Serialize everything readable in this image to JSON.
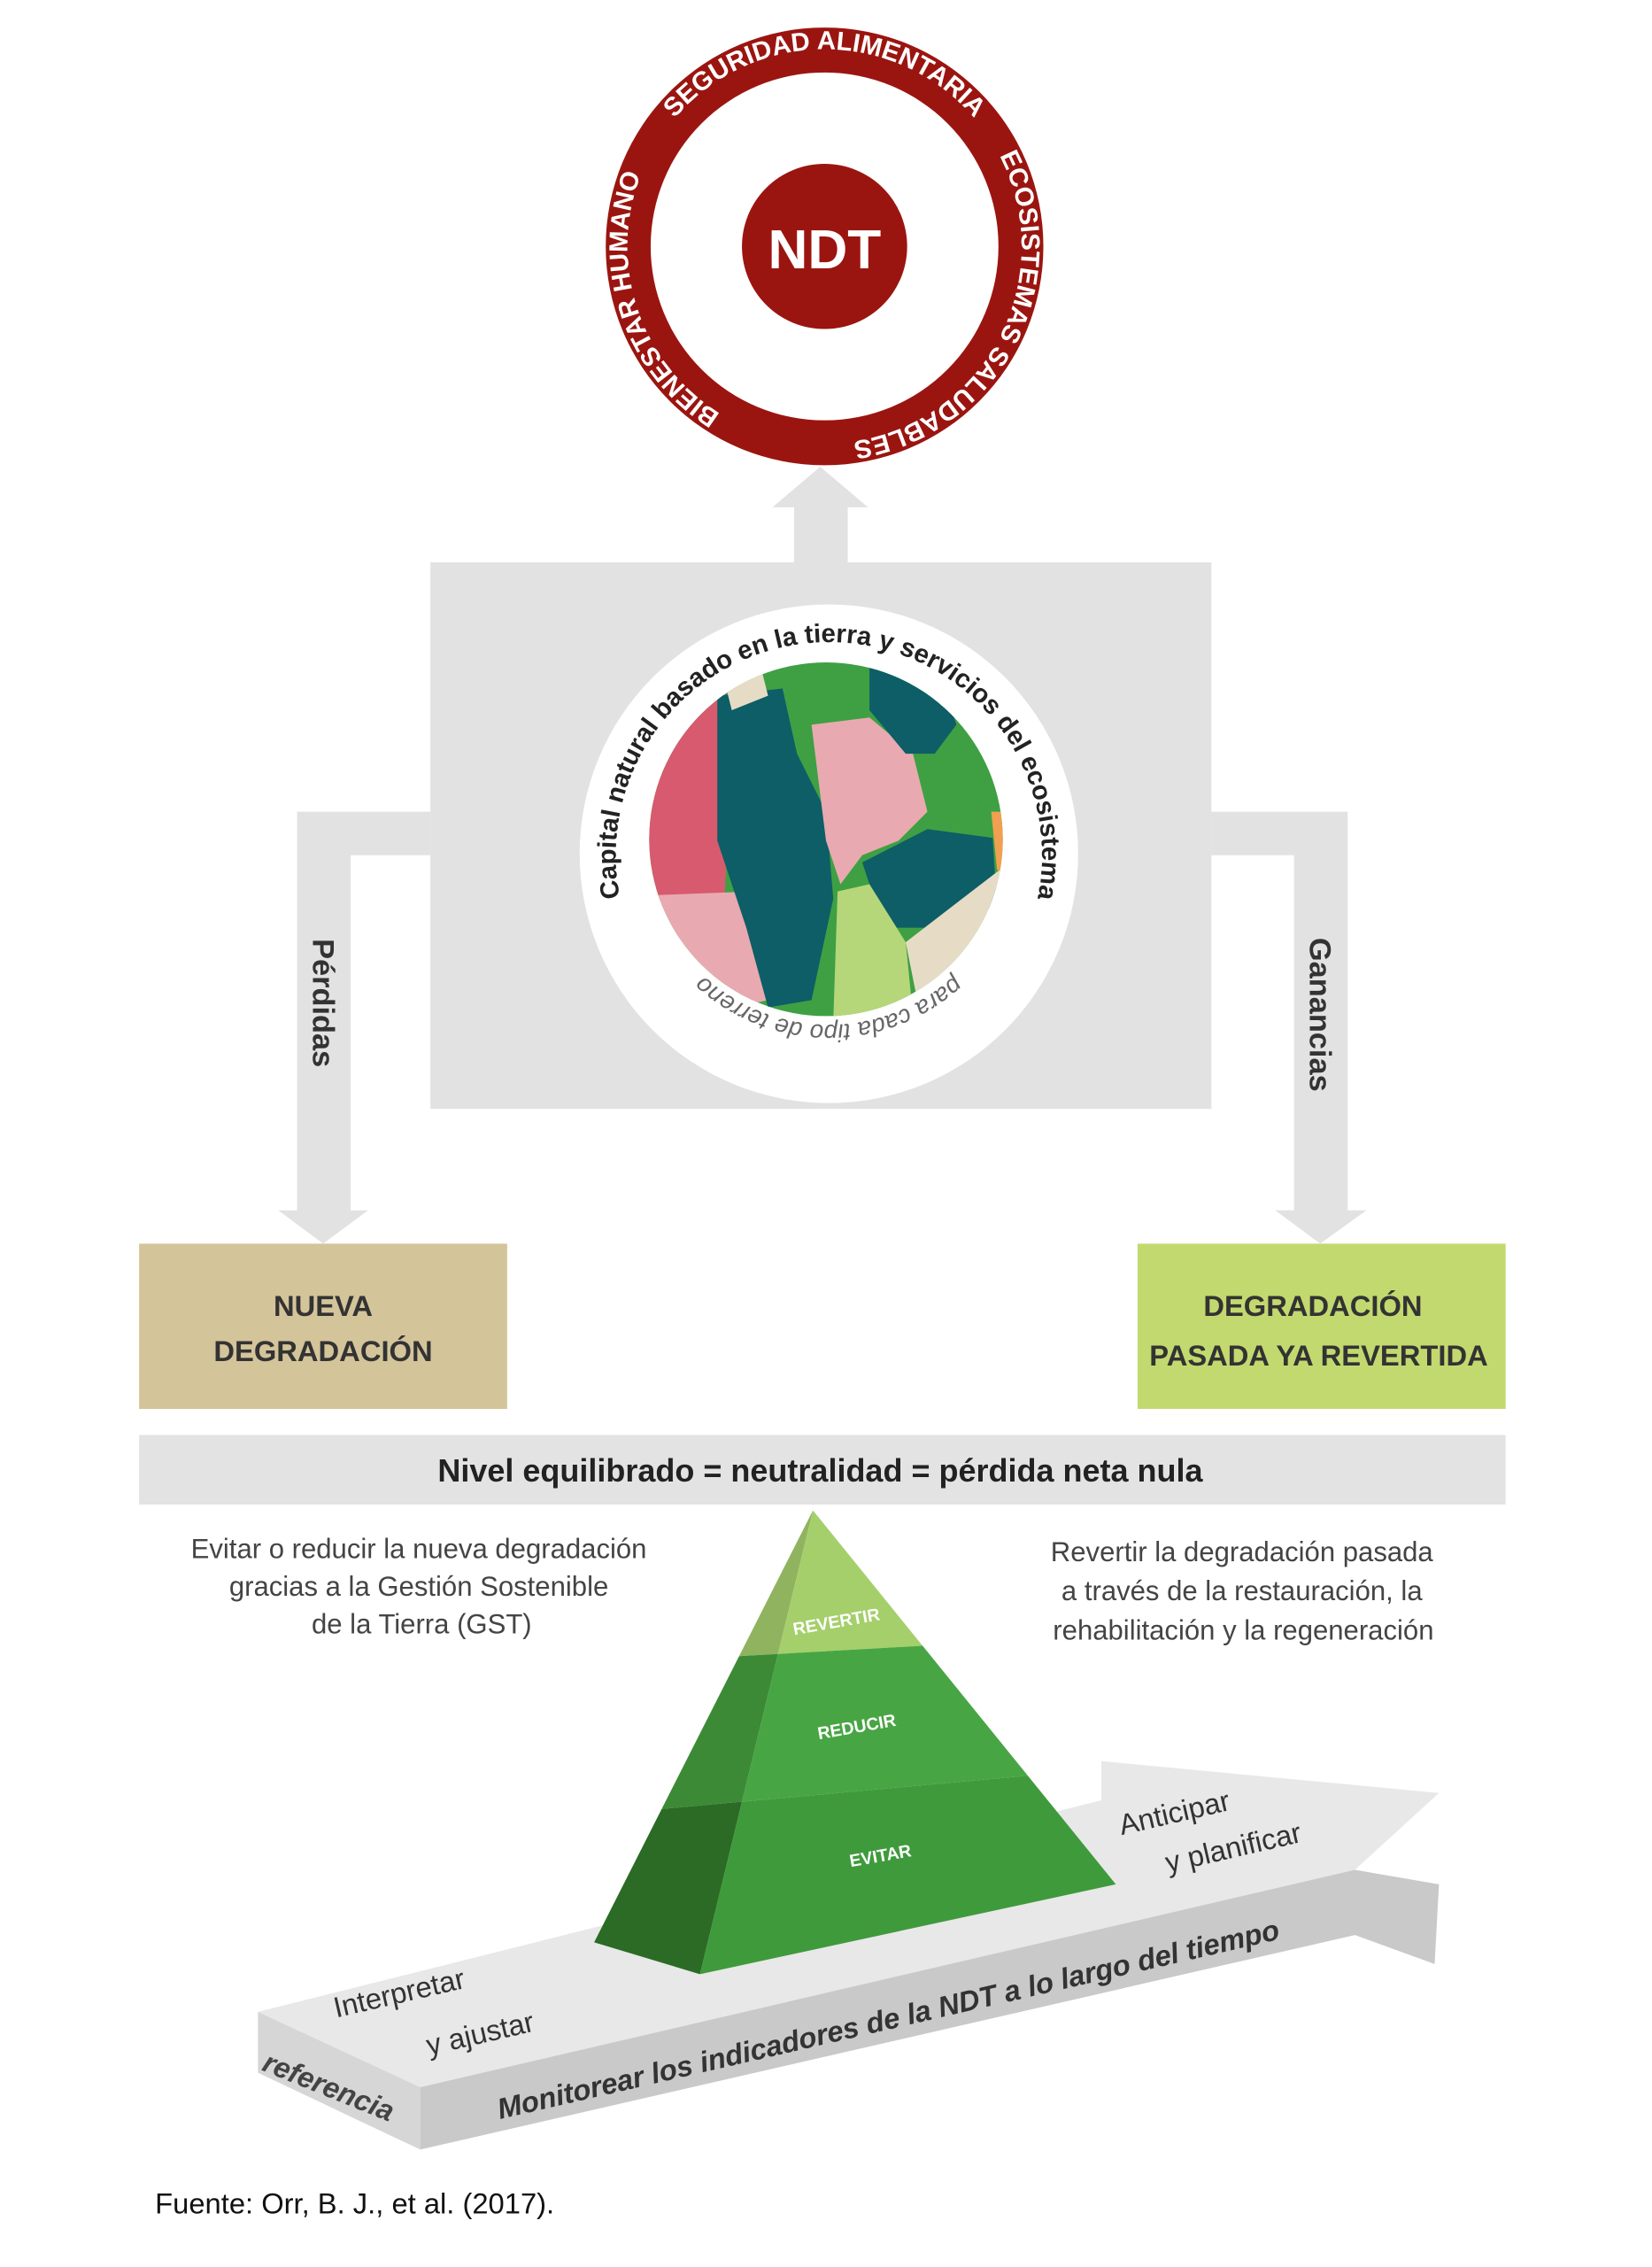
{
  "colors": {
    "ndt_red": "#9b1510",
    "panel_gray": "#e2e2e2",
    "loss_box": "#d4c49a",
    "gain_box": "#c2d96f"
  },
  "ring": {
    "center_label": "NDT",
    "top": "SEGURIDAD ALIMENTARIA",
    "right": "ECOSISTEMAS SALUDABLES",
    "left": "BIENESTAR HUMANO"
  },
  "capital": {
    "arc_title": "Capital natural basado en la tierra y servicios del ecosistema",
    "arc_subtitle": "para cada tipo de terreno"
  },
  "flows": {
    "losses": "Pérdidas",
    "gains": "Ganancias"
  },
  "boxes": {
    "new_degradation": [
      "NUEVA",
      "DEGRADACIÓN"
    ],
    "reversed_degradation": [
      "DEGRADACIÓN",
      "PASADA YA REVERTIDA"
    ]
  },
  "balance_bar": "Nivel equilibrado = neutralidad = pérdida neta nula",
  "notes": {
    "left": [
      "Evitar o reducir la nueva degradación",
      "gracias a la  Gestión Sostenible",
      "de la Tierra (GST)"
    ],
    "right": [
      "Revertir la degradación pasada",
      "a través de la restauración, la",
      "rehabilitación y la regeneración"
    ]
  },
  "pyramid": {
    "top": "REVERTIR",
    "middle": "REDUCIR",
    "bottom": "EVITAR"
  },
  "timeline_arrow": {
    "main": "Monitorear los indicadores de la NDT a lo largo del tiempo",
    "side": "referencia",
    "left_top": [
      "Interpretar",
      "y ajustar"
    ],
    "right_top": [
      "Anticipar",
      "y planificar"
    ]
  },
  "source": "Fuente: Orr, B. J., et al. (2017)."
}
